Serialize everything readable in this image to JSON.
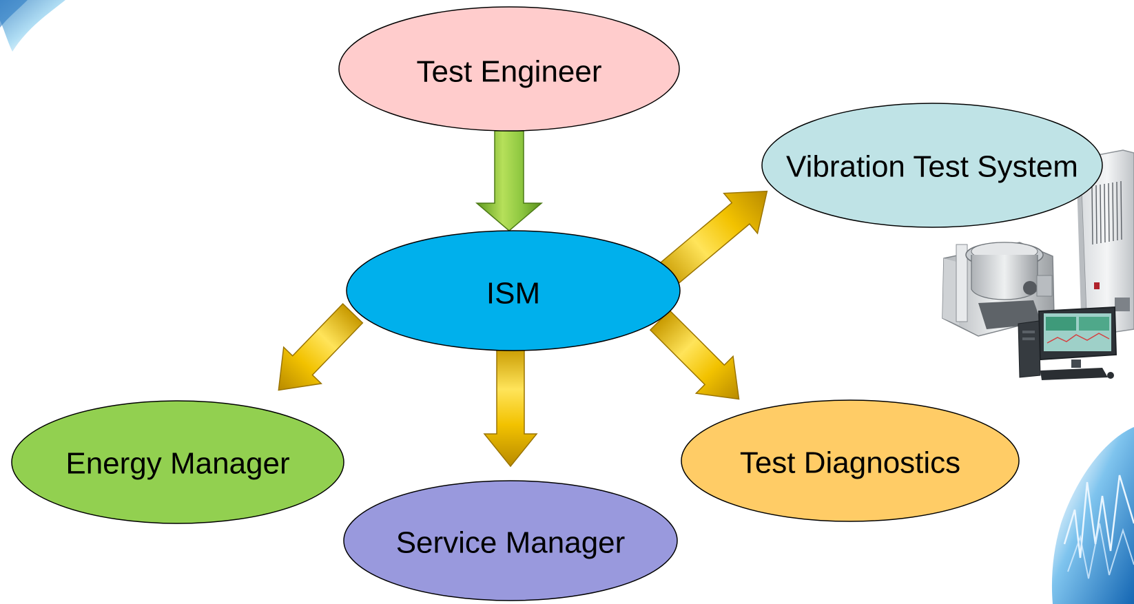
{
  "diagram": {
    "nodes": [
      {
        "id": "test-engineer",
        "label": "Test Engineer",
        "fill": "#FFCCCC"
      },
      {
        "id": "ism",
        "label": "ISM",
        "fill": "#00B0EC"
      },
      {
        "id": "vibration-test-system",
        "label": "Vibration Test System",
        "fill": "#BFE3E6"
      },
      {
        "id": "energy-manager",
        "label": "Energy Manager",
        "fill": "#92D050"
      },
      {
        "id": "service-manager",
        "label": "Service Manager",
        "fill": "#9999DD"
      },
      {
        "id": "test-diagnostics",
        "label": "Test Diagnostics",
        "fill": "#FFCC66"
      }
    ],
    "edges": [
      {
        "from": "test-engineer",
        "to": "ism",
        "color": "#8CC63F"
      },
      {
        "from": "ism",
        "to": "vibration-test-system",
        "color": "#F5C800"
      },
      {
        "from": "ism",
        "to": "energy-manager",
        "color": "#F5C800"
      },
      {
        "from": "ism",
        "to": "service-manager",
        "color": "#F5C800"
      },
      {
        "from": "ism",
        "to": "test-diagnostics",
        "color": "#F5C800"
      }
    ]
  },
  "illustration": {
    "name": "vibration-test-equipment-photo"
  }
}
